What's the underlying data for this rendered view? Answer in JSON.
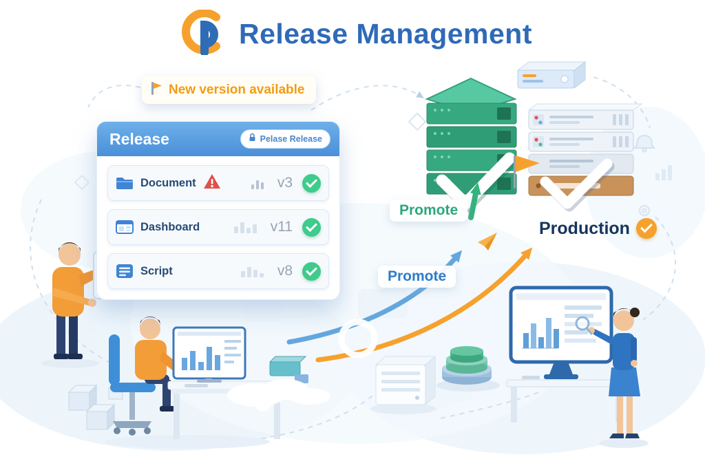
{
  "header": {
    "title": "Release Management"
  },
  "banner": {
    "text": "New version available"
  },
  "release_card": {
    "title": "Release",
    "badge": {
      "label": "Pelase Release"
    },
    "rows": [
      {
        "label": "Document",
        "version": "v3",
        "warning": true,
        "status": "passed"
      },
      {
        "label": "Dashboard",
        "version": "v11",
        "warning": false,
        "status": "passed"
      },
      {
        "label": "Script",
        "version": "v8",
        "warning": false,
        "status": "passed"
      }
    ]
  },
  "flow": {
    "promote_upper": "Promote",
    "promote_lower": "Promote",
    "production_label": "Production"
  },
  "colors": {
    "title_blue": "#2f6ab8",
    "accent_orange": "#f6a12d",
    "success_green": "#3ecb8b",
    "promote_green": "#2aa87c",
    "promote_blue": "#2d7cc9",
    "production_navy": "#16355d",
    "warning_red": "#e0514c",
    "server_green": "#37a981",
    "card_header_blue": "#5598de"
  }
}
